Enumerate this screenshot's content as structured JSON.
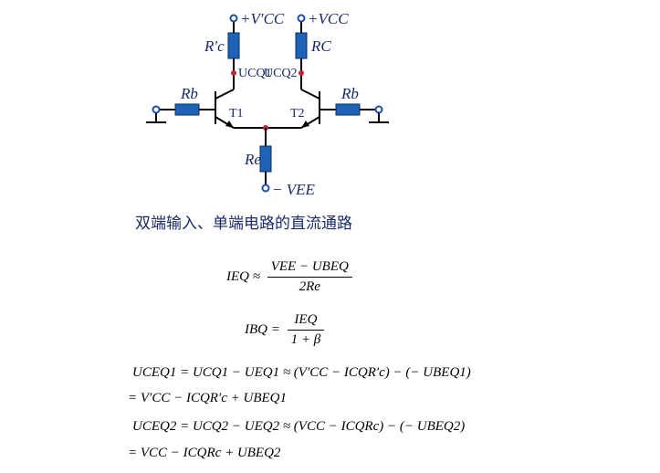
{
  "circuit": {
    "vcc1": "+V′CC",
    "vcc2": "+VCC",
    "rc1": "R′c",
    "rc2": "RC",
    "ucq1": "UCQ1",
    "ucq2": "UCQ2",
    "rb_left": "Rb",
    "rb_right": "Rb",
    "t1": "T1",
    "t2": "T2",
    "re": "Re",
    "vee": "− VEE"
  },
  "caption": "双端输入、单端电路的直流通路",
  "equations": {
    "ieq_lhs": "IEQ ≈",
    "ieq_num": "VEE − UBEQ",
    "ieq_den": "2Re",
    "ibq_lhs": "IBQ =",
    "ibq_num": "IEQ",
    "ibq_den": "1 + β",
    "uceq1_line1": "UCEQ1 = UCQ1 − UEQ1 ≈ (V′CC − ICQR′c) − (− UBEQ1)",
    "uceq1_line2": "= V′CC − ICQR′c + UBEQ1",
    "uceq2_line1": "UCEQ2 = UCQ2 − UEQ2 ≈ (VCC − ICQRc) − (− UBEQ2)",
    "uceq2_line2": "= VCC − ICQRc + UBEQ2"
  }
}
